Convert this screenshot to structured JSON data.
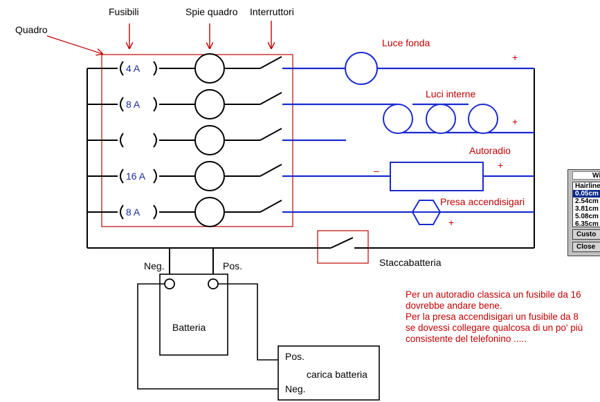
{
  "labels": {
    "fusibili": "Fusibili",
    "spie_quadro": "Spie quadro",
    "interruttori": "Interruttori",
    "quadro": "Quadro",
    "luce_fonda": "Luce fonda",
    "luci_interne": "Luci interne",
    "autoradio": "Autoradio",
    "presa_accendisigari": "Presa accendisigari",
    "staccabatteria": "Staccabatteria",
    "neg": "Neg.",
    "pos": "Pos.",
    "batteria": "Batteria",
    "carica_batteria": "carica batteria",
    "carica_pos": "Pos.",
    "carica_neg": "Neg.",
    "plus": "+",
    "minus": "–"
  },
  "fuses": [
    "4 A",
    "8 A",
    "",
    "16 A",
    "8 A"
  ],
  "notes": [
    "Per un autoradio classica un fusibile da 16",
    "dovrebbe andare bene.",
    "Per la presa accendisigari un fusibile da  8",
    "se dovessi collegare qualcosa di un po' più",
    "consistente del telefonino ....."
  ],
  "palette": {
    "title": "Wi",
    "header": "Hairline",
    "items": [
      "0.05cm",
      "2.54cm",
      "3.81cm",
      "5.08cm",
      "6.35cm"
    ],
    "custom_button": "Custo",
    "close_button": "Close"
  },
  "colors": {
    "wire_black": "#000000",
    "wire_blue": "#1a2ad0",
    "annotation_red": "#c00000",
    "palette_selection": "#0a2a8a"
  }
}
